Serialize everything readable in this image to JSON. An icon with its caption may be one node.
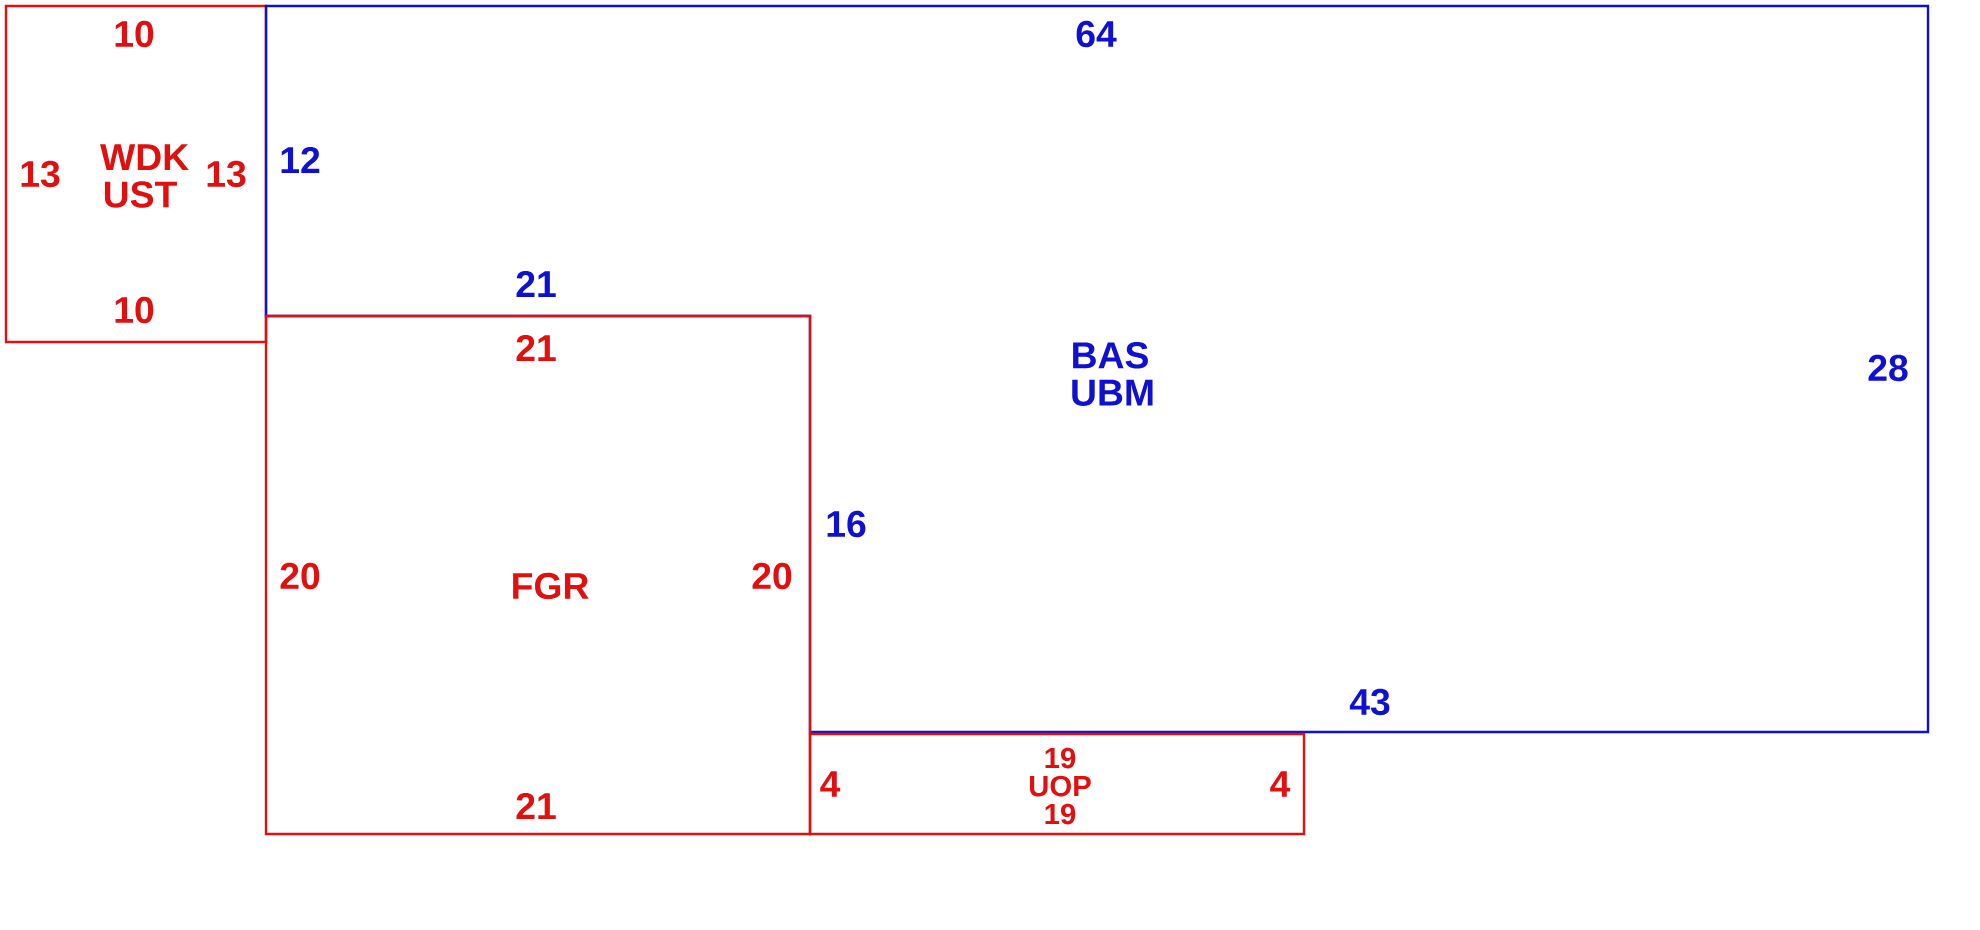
{
  "diagram": {
    "nodes": [
      {
        "text": [
          "WDK UST"
        ]
      },
      {
        "text": [
          "BAS UBM"
        ]
      },
      {
        "text": [
          "FGR"
        ]
      },
      {
        "text": [
          "UOP"
        ]
      }
    ],
    "labels": [
      "10",
      "64",
      "12",
      "13",
      "13",
      "21",
      "10",
      "21",
      "28",
      "16",
      "20",
      "20",
      "43",
      "19",
      "4",
      "4",
      "21",
      "19"
    ]
  }
}
